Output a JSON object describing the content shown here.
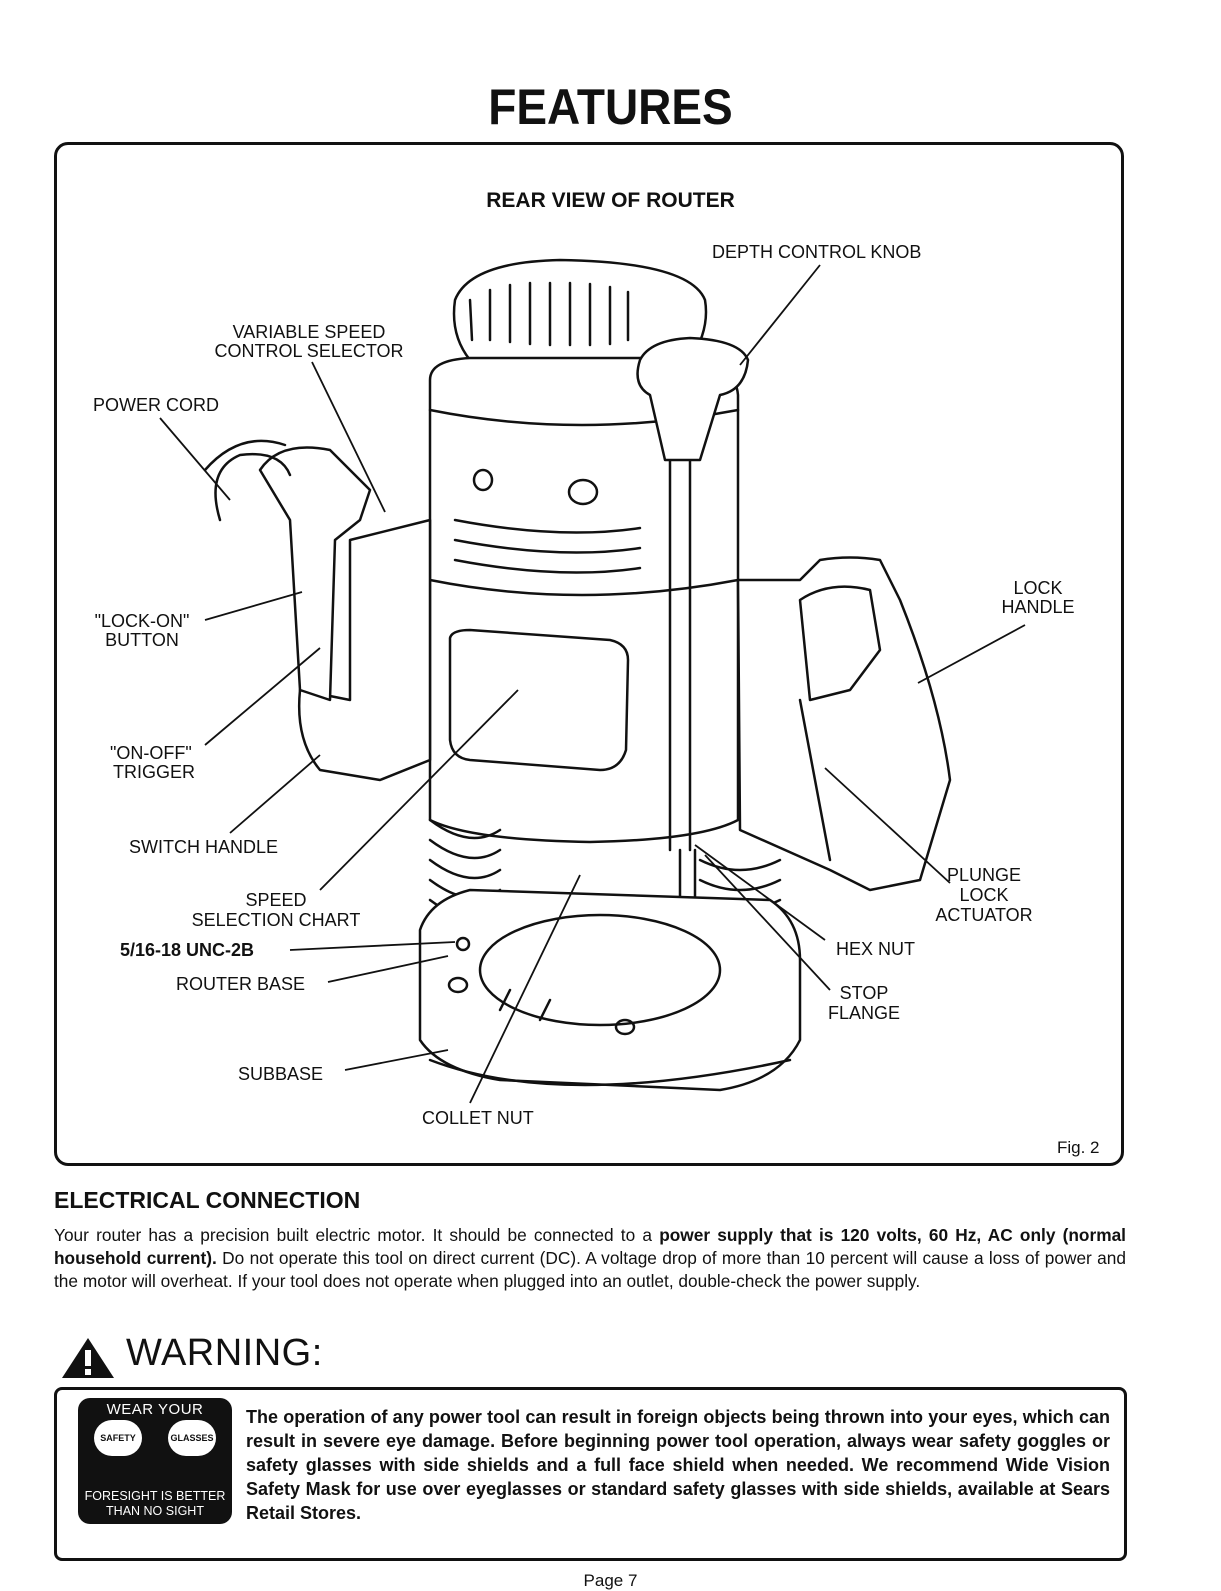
{
  "page": {
    "title": "FEATURES",
    "page_number": "Page 7"
  },
  "figure": {
    "subtitle": "REAR VIEW OF ROUTER",
    "fig_label": "Fig. 2",
    "labels": {
      "depth_control_knob": "DEPTH CONTROL KNOB",
      "variable_speed_1": "VARIABLE SPEED",
      "variable_speed_2": "CONTROL SELECTOR",
      "power_cord": "POWER CORD",
      "lock_on_1": "\"LOCK-ON\"",
      "lock_on_2": "BUTTON",
      "on_off_1": "\"ON-OFF\"",
      "on_off_2": "TRIGGER",
      "switch_handle": "SWITCH HANDLE",
      "speed_chart_1": "SPEED",
      "speed_chart_2": "SELECTION CHART",
      "unc": "5/16-18  UNC-2B",
      "router_base": "ROUTER BASE",
      "subbase": "SUBBASE",
      "collet_nut": "COLLET NUT",
      "lock_handle_1": "LOCK",
      "lock_handle_2": "HANDLE",
      "plunge_1": "PLUNGE",
      "plunge_2": "LOCK",
      "plunge_3": "ACTUATOR",
      "hex_nut": "HEX NUT",
      "stop_1": "STOP",
      "stop_2": "FLANGE"
    }
  },
  "electrical": {
    "heading": "ELECTRICAL CONNECTION",
    "p1": "Your router has a precision built electric motor. It should be connected to a ",
    "p1_bold": "power supply that is 120 volts, 60 Hz, AC only (normal household current).",
    "p2": " Do not operate this tool on direct current (DC). A voltage drop of more than 10 percent will cause a loss of power and the motor will overheat. If your tool does not operate when plugged into an outlet, double-check the power supply."
  },
  "warning": {
    "title": "WARNING:",
    "badge_top": "WEAR YOUR",
    "badge_left": "SAFETY",
    "badge_right": "GLASSES",
    "badge_bottom_1": "FORESIGHT IS BETTER",
    "badge_bottom_2": "THAN NO SIGHT",
    "text": "The operation of any power tool can result in foreign objects being thrown into your eyes, which can result in severe eye damage. Before beginning power tool operation, always wear safety goggles or safety glasses with side shields and a full face shield when needed. We recommend Wide Vision Safety Mask for use over eyeglasses or standard safety glasses with side shields, available at Sears Retail Stores."
  },
  "colors": {
    "ink": "#111111",
    "paper": "#ffffff"
  }
}
